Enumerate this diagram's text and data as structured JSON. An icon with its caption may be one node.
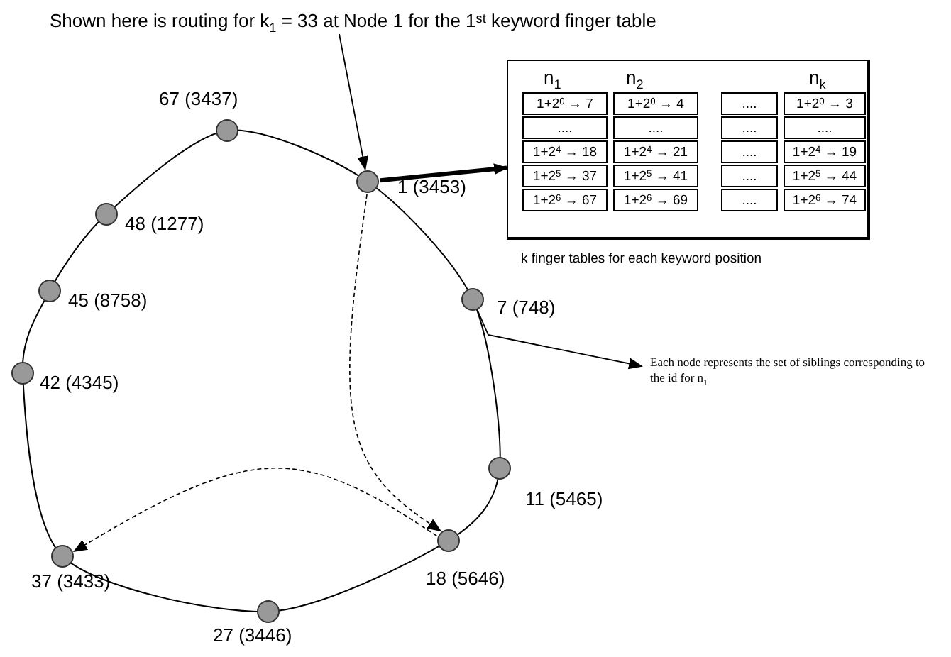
{
  "diagram": {
    "nodes": [
      {
        "text": [
          "Shown here is routing for k$_{1}$ = 33 at Node 1 for the 1$^{st}$ keyword finger table"
        ]
      },
      {
        "text": [
          "n$_{1}$",
          "n$_{2}$",
          "n$_{k}$"
        ],
        "beside": [
          "k finger tables for each keyword position"
        ]
      },
      {
        "text": [
          "1+2$^{0}$ → 7"
        ],
        "in": 1
      },
      {
        "text": [
          "1+2$^{0}$ → 4"
        ],
        "in": 1
      },
      {
        "text": [
          "...."
        ],
        "in": 1
      },
      {
        "text": [
          "1+2$^{0}$ → 3"
        ],
        "in": 1
      },
      {
        "text": [
          "...."
        ],
        "in": 1
      },
      {
        "text": [
          "...."
        ],
        "in": 1
      },
      {
        "text": [
          "...."
        ],
        "in": 1
      },
      {
        "text": [
          "...."
        ],
        "in": 1
      },
      {
        "text": [
          "1+2$^{4}$ → 18"
        ],
        "in": 1
      },
      {
        "text": [
          "1+2$^{4}$ → 21"
        ],
        "in": 1
      },
      {
        "text": [
          "...."
        ],
        "in": 1
      },
      {
        "text": [
          "1+2$^{4}$ → 19"
        ],
        "in": 1
      },
      {
        "text": [
          "1+2$^{5}$ → 37"
        ],
        "in": 1
      },
      {
        "text": [
          "1+2$^{5}$ → 41"
        ],
        "in": 1
      },
      {
        "text": [
          "...."
        ],
        "in": 1
      },
      {
        "text": [
          "1+2$^{5}$ → 44"
        ],
        "in": 1
      },
      {
        "text": [
          "1+2$^{6}$ → 67"
        ],
        "in": 1
      },
      {
        "text": [
          "1+2$^{6}$ → 69"
        ],
        "in": 1
      },
      {
        "text": [
          "...."
        ],
        "in": 1
      },
      {
        "text": [
          "1+2$^{6}$ → 74"
        ],
        "in": 1
      },
      {
        "text": [],
        "shape": "circle",
        "beside": [
          "1 (3453)"
        ]
      },
      {
        "text": [],
        "shape": "circle",
        "beside": [
          "67 (3437)"
        ]
      },
      {
        "text": [],
        "shape": "circle",
        "beside": [
          "48 (1277)"
        ]
      },
      {
        "text": [],
        "shape": "circle",
        "beside": [
          "45 (8758)"
        ]
      },
      {
        "text": [],
        "shape": "circle",
        "beside": [
          "42 (4345)"
        ]
      },
      {
        "text": [],
        "shape": "circle",
        "beside": [
          "37 (3433)"
        ]
      },
      {
        "text": [],
        "shape": "circle",
        "beside": [
          "27 (3446)"
        ]
      },
      {
        "text": [],
        "shape": "circle",
        "beside": [
          "18 (5646)"
        ]
      },
      {
        "text": [],
        "shape": "circle",
        "beside": [
          "11 (5465)"
        ]
      },
      {
        "text": [],
        "shape": "circle",
        "beside": [
          "7 (748)"
        ]
      },
      {
        "text": [
          "Each node represents the set of siblings corresponding to the id for n$_{1}$"
        ]
      }
    ],
    "edges": [
      {
        "from": 0,
        "to": 22,
        "arrow": "to"
      },
      {
        "from": 22,
        "to": 1,
        "arrow": "to",
        "style": "thick"
      },
      {
        "from": 31,
        "to": 32,
        "arrow": "to"
      },
      {
        "from": 22,
        "to": 29,
        "arrow": "to",
        "style": "dashed"
      },
      {
        "from": 29,
        "to": 27,
        "arrow": "to",
        "style": "dashed"
      }
    ]
  }
}
